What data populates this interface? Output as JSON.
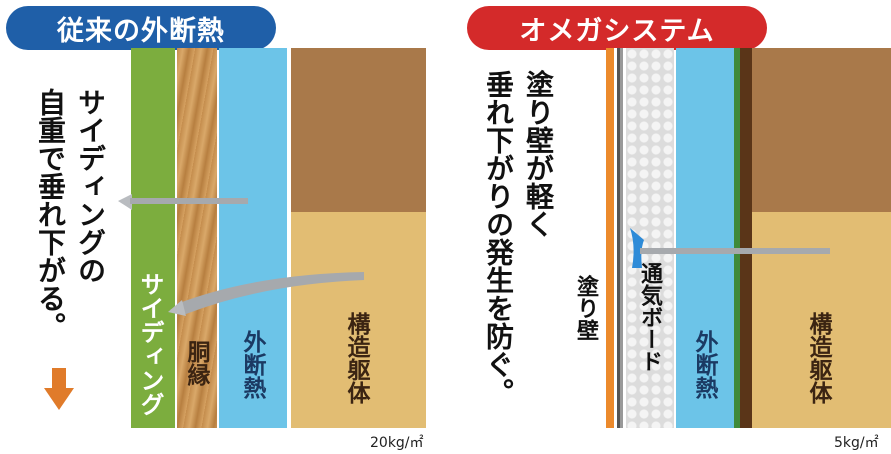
{
  "left_panel": {
    "title": "従来の外断熱",
    "description_line1": "サイディングの",
    "description_line2": "自重で垂れ下がる。",
    "layers": {
      "siding": "サイディング",
      "furring": "胴縁",
      "insulation": "外断熱",
      "structure": "構造躯体"
    },
    "weight": "20kg/㎡"
  },
  "right_panel": {
    "title": "オメガシステム",
    "description_line1": "塗り壁が軽く",
    "description_line2": "垂れ下がりの発生を防ぐ。",
    "layers": {
      "plaster": "塗り壁",
      "vent_board": "通気ボード",
      "insulation": "外断熱",
      "structure": "構造躯体"
    },
    "weight": "5kg/㎡"
  },
  "colors": {
    "left_pill": "#1f5fa8",
    "right_pill": "#d42a2a",
    "siding_green": "#7cad3e",
    "wood": "#c89556",
    "insulation_blue": "#6cc4e8",
    "structure_dark": "#a9794a",
    "structure_light": "#e2bd73",
    "plaster_orange": "#ec8a2c",
    "arrow_orange": "#e07b2a"
  }
}
